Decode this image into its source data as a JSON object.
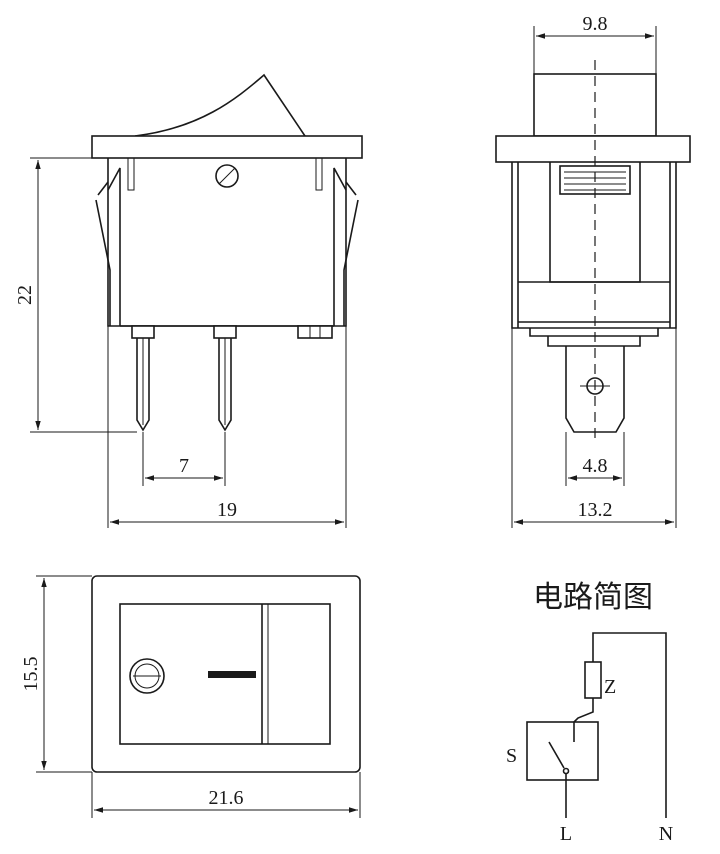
{
  "front_view": {
    "dim_height": "22",
    "dim_pin_spacing": "7",
    "dim_width": "19"
  },
  "side_view": {
    "dim_top": "9.8",
    "dim_tab": "4.8",
    "dim_width": "13.2"
  },
  "top_view": {
    "dim_height": "15.5",
    "dim_width": "21.6"
  },
  "circuit": {
    "title": "电路简图",
    "label_z": "Z",
    "label_s": "S",
    "label_l": "L",
    "label_n": "N"
  }
}
